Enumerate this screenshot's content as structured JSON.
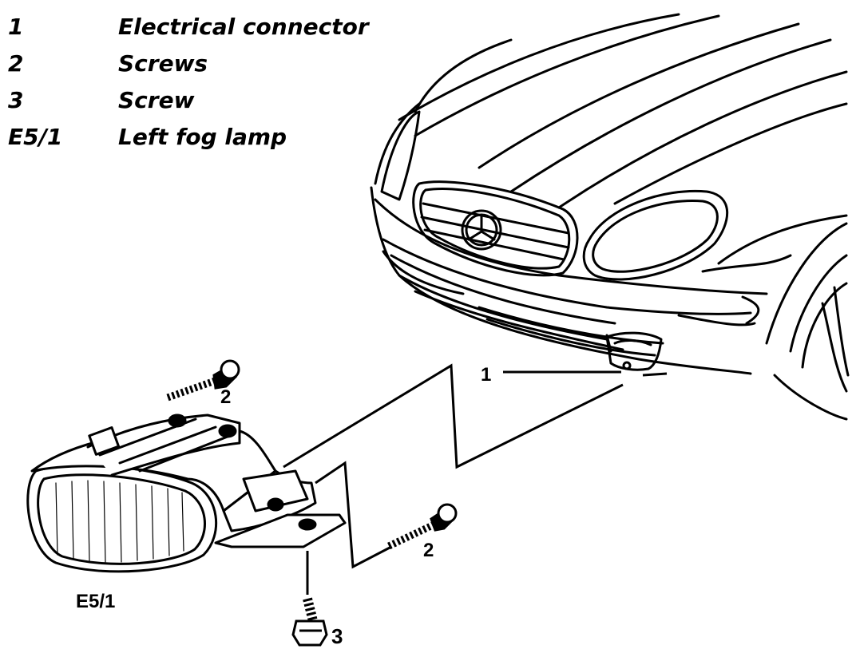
{
  "legend": [
    {
      "key": "1",
      "desc": "Electrical connector"
    },
    {
      "key": "2",
      "desc": "Screws"
    },
    {
      "key": "3",
      "desc": "Screw"
    },
    {
      "key": "E5/1",
      "desc": "Left fog lamp"
    }
  ],
  "callouts": {
    "connector": "1",
    "screw_top": "2",
    "screw_right": "2",
    "screw_bottom": "3",
    "fog_lamp": "E5/1"
  }
}
